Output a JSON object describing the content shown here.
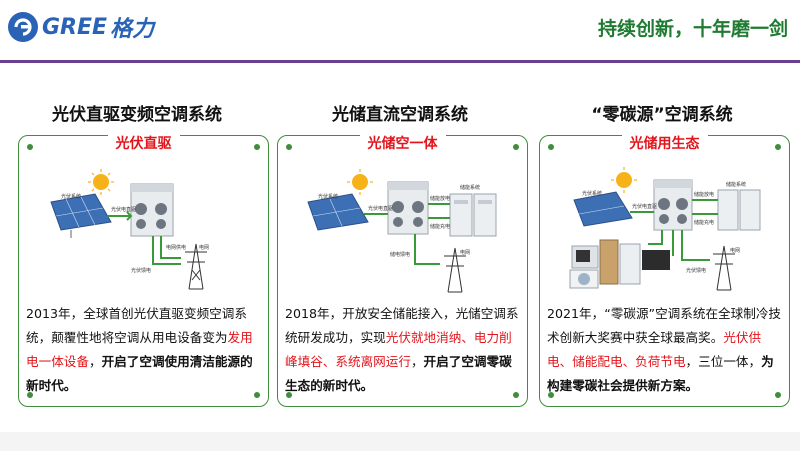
{
  "header": {
    "logo_text": "GREE",
    "logo_cn": "格力",
    "slogan": "持续创新，十年磨一剑"
  },
  "colors": {
    "brand_blue": "#2a63b6",
    "slogan_green": "#1f7a32",
    "rule_purple": "#6b3f8e",
    "card_border_green": "#3e8e3e",
    "highlight_red": "#e3141b"
  },
  "columns": [
    {
      "title": "光伏直驱变频空调系统",
      "subtitle": "光伏直驱",
      "diagram_labels": [
        "光伏系统",
        "光伏电直驱",
        "电网供电",
        "电网",
        "光伏馈电"
      ],
      "text": {
        "p1": "2013年，全球首创光伏直驱变频空调系统，颠覆性地将空调从用电设备变为",
        "p2_red": "发用电一体设备",
        "p3": "，",
        "p4_bold": "开启了空调使用清洁能源的新时代。"
      }
    },
    {
      "title": "光储直流空调系统",
      "subtitle": "光储空一体",
      "diagram_labels": [
        "光伏系统",
        "光伏电直驱",
        "储能系统",
        "储能放电",
        "储能充电",
        "电网",
        "储电馈电"
      ],
      "text": {
        "p1": "2018年，开放安全储能接入，光储空调系统研发成功，实现",
        "p2_red": "光伏就地消纳、电力削峰填谷、系统离网运行",
        "p3": "，",
        "p4_bold": "开启了空调零碳生态的新时代。"
      }
    },
    {
      "title": "“零碳源”空调系统",
      "subtitle": "光储用生态",
      "diagram_labels": [
        "光伏系统",
        "光伏电直驱",
        "储能系统",
        "储能放电",
        "储能充电",
        "电网",
        "光伏馈电"
      ],
      "text": {
        "p1": "2021年，“零碳源”空调系统在全球制冷技术创新大奖赛中获全球最高奖。",
        "p2_red": "光伏供电、储能配电、负荷节电",
        "p3": "，三位一体，",
        "p4_bold": "为构建零碳社会提供新方案。"
      }
    }
  ]
}
